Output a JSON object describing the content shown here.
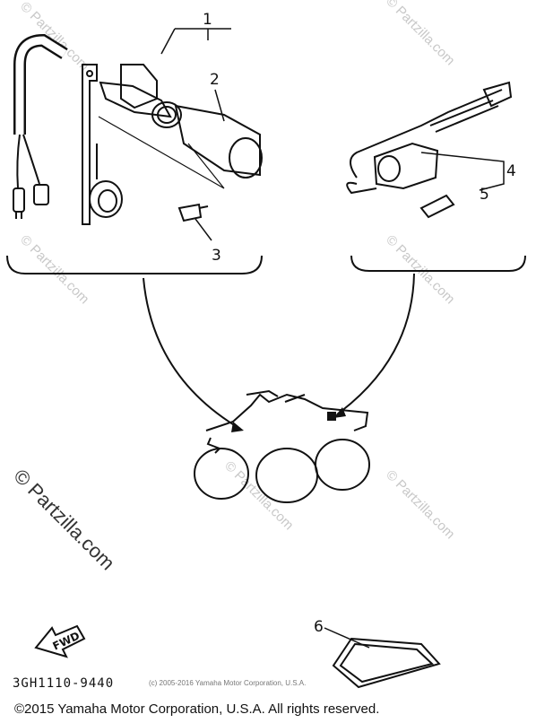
{
  "callouts": [
    "1",
    "2",
    "3",
    "4",
    "5",
    "6"
  ],
  "fwd_label": "FWD",
  "part_code": "3GH1110-9440",
  "small_copyright": "(c) 2005-2016 Yamaha Motor Corporation, U.S.A.",
  "copyright": "©2015 Yamaha Motor Corporation, U.S.A. All rights reserved.",
  "big_watermark": "© Partzilla.com",
  "watermark": "© Partzilla.com"
}
